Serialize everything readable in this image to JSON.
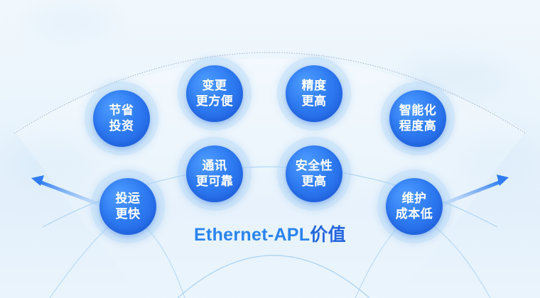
{
  "diagram": {
    "title": "Ethernet-APL价值",
    "title_prefix": "Ethernet-APL",
    "title_suffix": "价值",
    "colors": {
      "bubble_core": "#2f7cf2",
      "bubble_core_light": "#4e9cff",
      "bubble_halo": "#a9d0f5",
      "title": "#2a84ee",
      "background": "#eaf4fc",
      "arrow": "#3a86ee"
    },
    "bubbles": [
      {
        "id": "save-investment",
        "line1": "节省",
        "line2": "投资"
      },
      {
        "id": "easier-change",
        "line1": "变更",
        "line2": "更方便"
      },
      {
        "id": "higher-precision",
        "line1": "精度",
        "line2": "更高"
      },
      {
        "id": "higher-intelligence",
        "line1": "智能化",
        "line2": "程度高"
      },
      {
        "id": "faster-commissioning",
        "line1": "投运",
        "line2": "更快"
      },
      {
        "id": "more-reliable-comm",
        "line1": "通讯",
        "line2": "更可靠"
      },
      {
        "id": "higher-safety",
        "line1": "安全性",
        "line2": "更高"
      },
      {
        "id": "lower-maintenance",
        "line1": "维护",
        "line2": "成本低"
      }
    ]
  }
}
